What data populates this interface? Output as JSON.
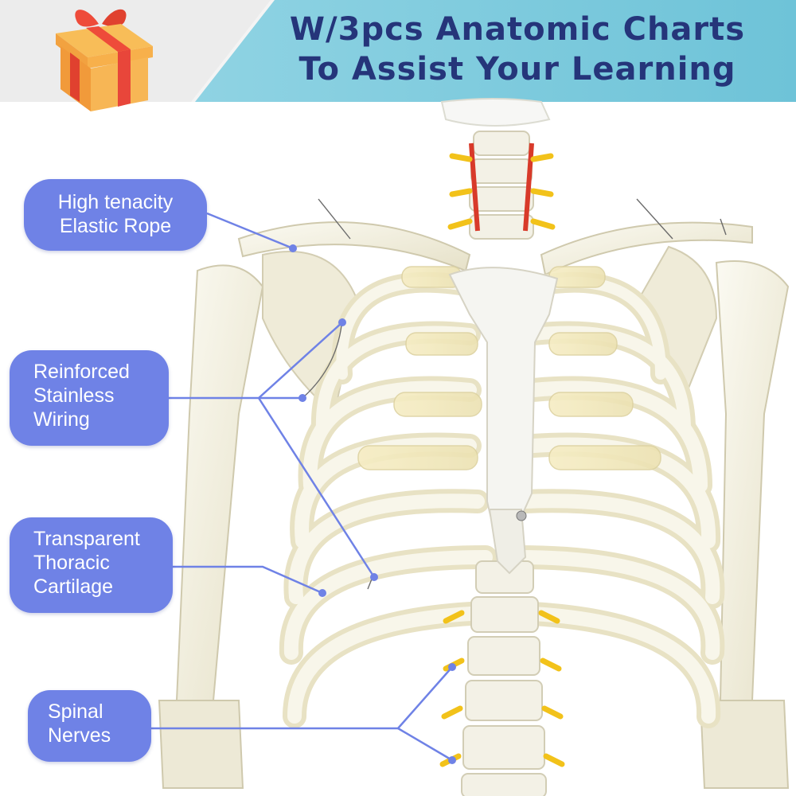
{
  "header": {
    "title_line1": "W/3pcs Anatomic Charts",
    "title_line2": "To Assist Your Learning"
  },
  "icons": {
    "gift": "gift-box-icon"
  },
  "colors": {
    "banner": "#79c9dc",
    "title": "#25357a",
    "callout": "#6f82e6",
    "bone": "#f1eee0",
    "nerve": "#f2c21a",
    "artery": "#d83a2a",
    "gift_box": "#f6a341",
    "gift_ribbon": "#ee4b3a"
  },
  "callouts": [
    {
      "line1": "High tenacity",
      "line2": "Elastic Rope"
    },
    {
      "line1": "Reinforced",
      "line2": "Stainless",
      "line3": "Wiring"
    },
    {
      "line1": "Transparent",
      "line2": "Thoracic",
      "line3": "Cartilage"
    },
    {
      "line1": "Spinal",
      "line2": "Nerves"
    }
  ]
}
